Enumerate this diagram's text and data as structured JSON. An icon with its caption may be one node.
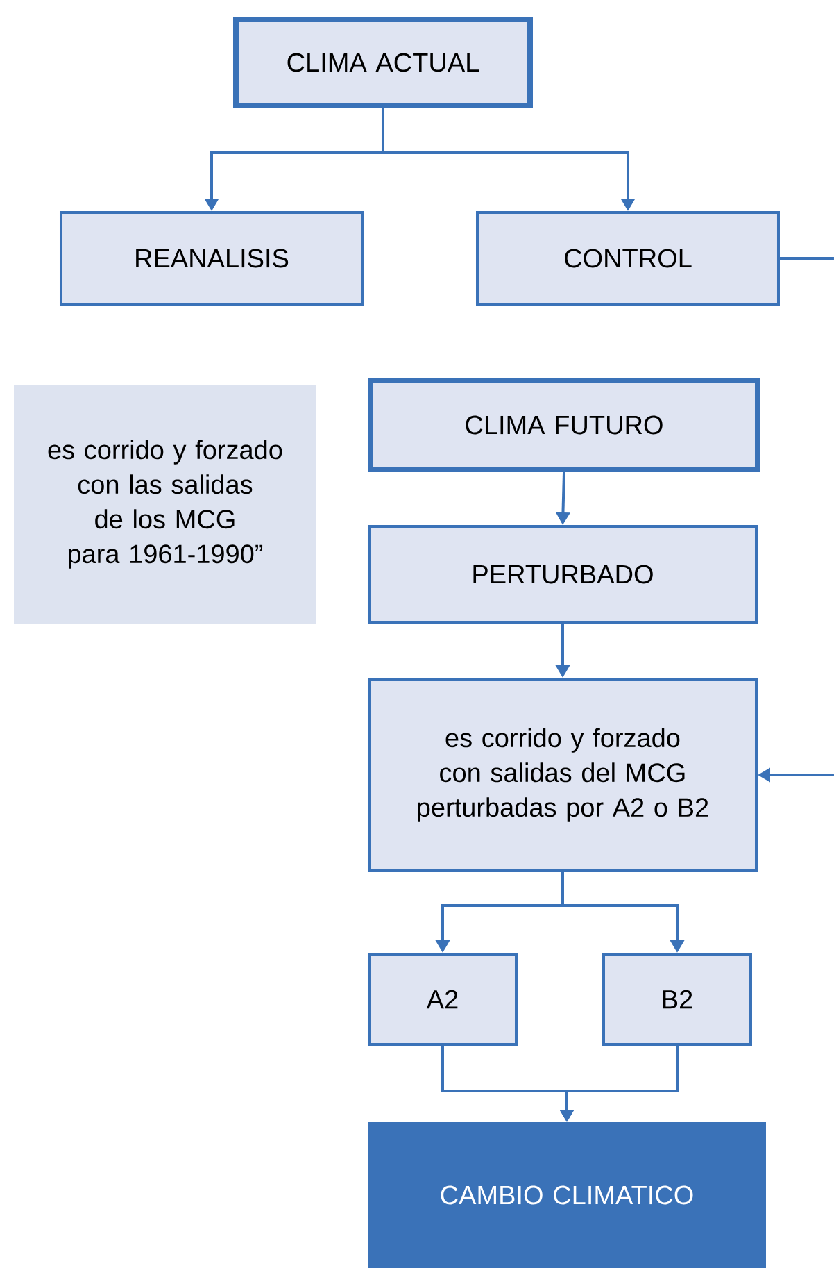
{
  "diagram": {
    "nodes": [
      {
        "text": [
          "CLIMA ACTUAL"
        ]
      },
      {
        "text": [
          "REANALISIS"
        ]
      },
      {
        "text": [
          "CONTROL"
        ]
      },
      {
        "text": [
          "es corrido y forzado con las salidas de los MCG para 1961-1990”"
        ]
      },
      {
        "text": [
          "CLIMA FUTURO"
        ]
      },
      {
        "text": [
          "PERTURBADO"
        ]
      },
      {
        "text": [
          "es corrido y forzado con salidas del MCG perturbadas por A2 o B2"
        ]
      },
      {
        "text": [
          "A2"
        ]
      },
      {
        "text": [
          "B2"
        ]
      },
      {
        "text": [
          "CAMBIO CLIMATICO"
        ]
      }
    ],
    "edges": [
      {
        "from": 0,
        "to": 1,
        "arrow": "to"
      },
      {
        "from": 0,
        "to": 2,
        "arrow": "to"
      },
      {
        "from": 2,
        "to": 6,
        "arrow": "to"
      },
      {
        "from": 4,
        "to": 5,
        "arrow": "to"
      },
      {
        "from": 5,
        "to": 6,
        "arrow": "to"
      },
      {
        "from": 6,
        "to": 7,
        "arrow": "to"
      },
      {
        "from": 6,
        "to": 8,
        "arrow": "to"
      },
      {
        "from": 7,
        "to": 9,
        "arrow": "to"
      },
      {
        "from": 8,
        "to": 9,
        "arrow": "to"
      }
    ]
  }
}
